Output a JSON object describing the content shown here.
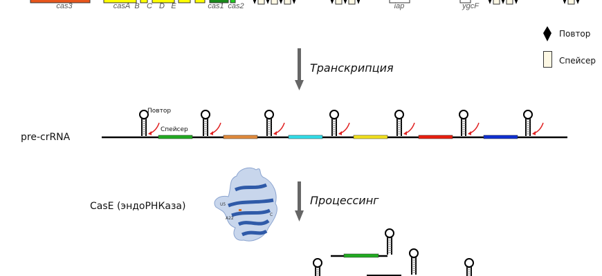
{
  "genes": [
    {
      "label": "cas3",
      "color": "#e8561c"
    },
    {
      "label": "casA",
      "color": "#ffff00"
    },
    {
      "label": "B",
      "color": "#ffff00"
    },
    {
      "label": "C",
      "color": "#ffff00"
    },
    {
      "label": "D",
      "color": "#ffff00"
    },
    {
      "label": "E",
      "color": "#ffff00"
    },
    {
      "label": "cas1",
      "color": "#1a8a1a"
    },
    {
      "label": "cas2",
      "color": "#22cc22"
    },
    {
      "label": "iap",
      "color": "#ffffff"
    },
    {
      "label": "ygcF",
      "color": "#ffffff"
    }
  ],
  "legend": {
    "repeat": "Повтор",
    "spacer": "Спейсер"
  },
  "steps": {
    "transcription": "Транскрипция",
    "processing": "Процессинг"
  },
  "precrrna": {
    "label": "pre-crRNA",
    "repeat_label": "Повтор",
    "spacer_label": "Спейсер",
    "spacer_colors": [
      "#22aa22",
      "#e08a3c",
      "#33dde8",
      "#f0e020",
      "#e82010",
      "#1030d0"
    ]
  },
  "protein": {
    "label": "CasE (эндоРНКаза)",
    "tags": [
      "U5",
      "A22",
      "C"
    ]
  }
}
